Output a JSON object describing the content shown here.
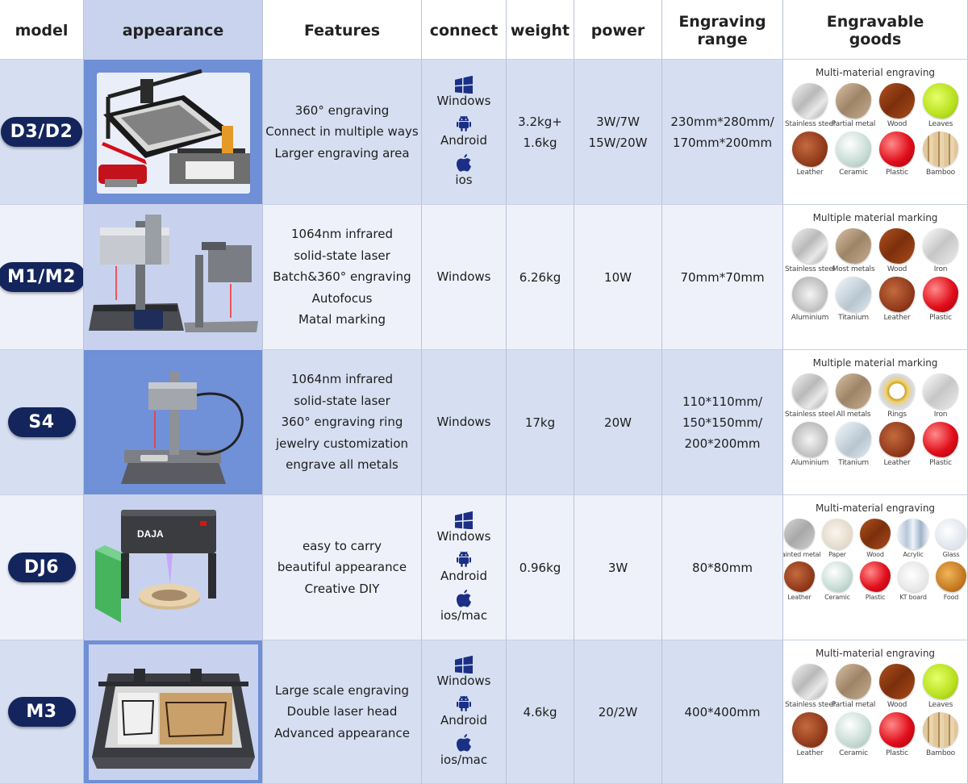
{
  "headers": {
    "model": "model",
    "appearance": "appearance",
    "features": "Features",
    "connect": "connect",
    "weight": "weight",
    "power": "power",
    "range_l1": "Engraving",
    "range_l2": "range",
    "goods_l1": "Engravable",
    "goods_l2": "goods"
  },
  "icons": {
    "windows": "windows-icon",
    "android": "android-icon",
    "apple": "apple-icon"
  },
  "colors": {
    "pill": "#13255c",
    "row_tint": "#d6dff1",
    "row_light": "#eef1f9",
    "appearance_dark": "#6f8fd6",
    "appearance_light": "#c8d2ee"
  },
  "rows": [
    {
      "model": "D3/D2",
      "features": [
        "360° engraving",
        "Connect in multiple ways",
        "Larger engraving area"
      ],
      "connect": [
        "Windows",
        "Android",
        "ios"
      ],
      "weight": [
        "3.2kg+",
        "1.6kg"
      ],
      "power": [
        "3W/7W",
        "15W/20W"
      ],
      "range": [
        "230mm*280mm/",
        "170mm*200mm"
      ],
      "goods_title": "Multi-material engraving",
      "materials": [
        "Stainless steel",
        "Partial metal",
        "Wood",
        "Leaves",
        "Leather",
        "Ceramic",
        "Plastic",
        "Bamboo"
      ]
    },
    {
      "model": "M1/M2",
      "features": [
        "1064nm infrared",
        "solid-state laser",
        "Batch&360° engraving",
        "Autofocus",
        "Matal marking"
      ],
      "connect": [
        "Windows"
      ],
      "weight": [
        "6.26kg"
      ],
      "power": [
        "10W"
      ],
      "range": [
        "70mm*70mm"
      ],
      "goods_title": "Multiple material marking",
      "materials": [
        "Stainless steel",
        "Most metals",
        "Wood",
        "Iron",
        "Aluminium",
        "Titanium",
        "Leather",
        "Plastic"
      ]
    },
    {
      "model": "S4",
      "features": [
        "1064nm infrared",
        "solid-state laser",
        "360° engraving ring",
        "jewelry customization",
        "engrave all metals"
      ],
      "connect": [
        "Windows"
      ],
      "weight": [
        "17kg"
      ],
      "power": [
        "20W"
      ],
      "range": [
        "110*110mm/",
        "150*150mm/",
        "200*200mm"
      ],
      "goods_title": "Multiple material marking",
      "materials": [
        "Stainless steel",
        "All metals",
        "Rings",
        "Iron",
        "Aluminium",
        "Titanium",
        "Leather",
        "Plastic"
      ]
    },
    {
      "model": "DJ6",
      "features": [
        "easy to carry",
        "beautiful appearance",
        "Creative DIY"
      ],
      "connect": [
        "Windows",
        "Android",
        "ios/mac"
      ],
      "weight": [
        "0.96kg"
      ],
      "power": [
        "3W"
      ],
      "range": [
        "80*80mm"
      ],
      "goods_title": "Multi-material engraving",
      "materials": [
        "Painted metal",
        "Paper",
        "Wood",
        "Acrylic",
        "Glass",
        "Leather",
        "Ceramic",
        "Plastic",
        "KT board",
        "Food"
      ]
    },
    {
      "model": "M3",
      "features": [
        "Large scale engraving",
        "Double laser head",
        "Advanced appearance"
      ],
      "connect": [
        "Windows",
        "Android",
        "ios/mac"
      ],
      "weight": [
        "4.6kg"
      ],
      "power": [
        "20/2W"
      ],
      "range": [
        "400*400mm"
      ],
      "goods_title": "Multi-material engraving",
      "materials": [
        "Stainless steel",
        "Partial metal",
        "Wood",
        "Leaves",
        "Leather",
        "Ceramic",
        "Plastic",
        "Bamboo"
      ]
    }
  ]
}
